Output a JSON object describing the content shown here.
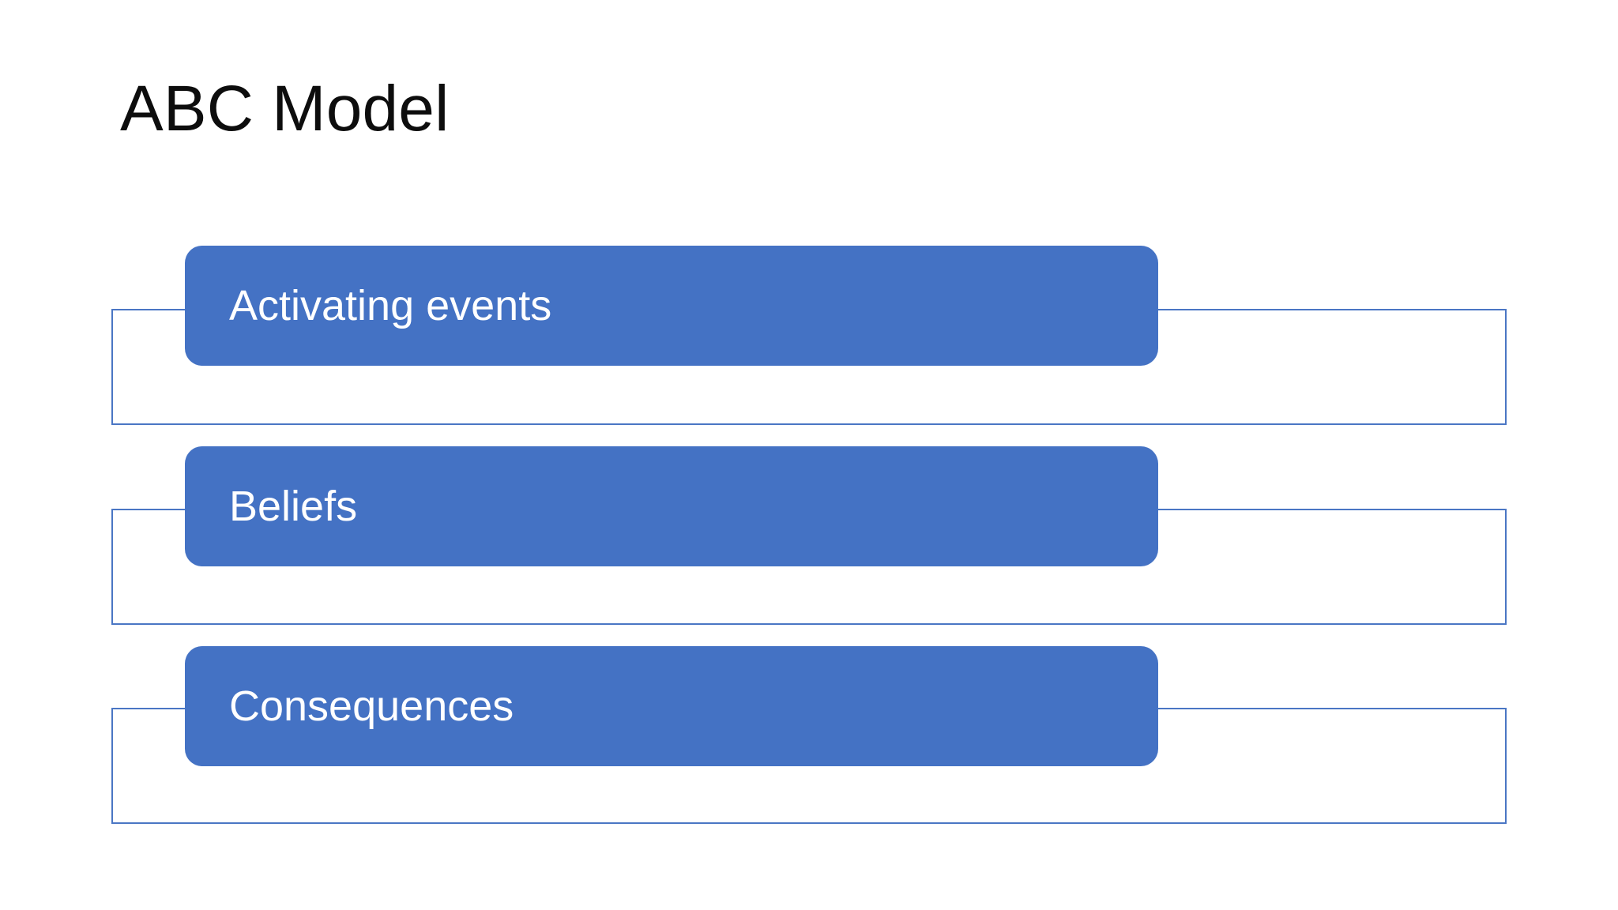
{
  "slide": {
    "title": "ABC Model",
    "background_color": "#FFFFFF",
    "title_color": "#0D0D0D"
  },
  "theme": {
    "accent_color": "#4472C4",
    "outline_color": "#4A76C4",
    "bar_text_color": "#FFFFFF"
  },
  "diagram": {
    "type": "stacked-list",
    "rows": [
      {
        "label": "Activating events",
        "body_text": ""
      },
      {
        "label": "Beliefs",
        "body_text": ""
      },
      {
        "label": "Consequences",
        "body_text": ""
      }
    ]
  }
}
